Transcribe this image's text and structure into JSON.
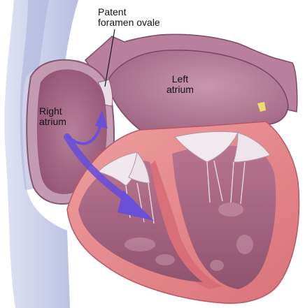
{
  "labels": {
    "patent_foramen_ovale": {
      "line1": "Patent",
      "line2": "foramen ovale"
    },
    "right_atrium": {
      "line1": "Right",
      "line2": "atrium"
    },
    "left_atrium": {
      "line1": "Left",
      "line2": "atrium"
    }
  },
  "colors": {
    "background": "#ffffff",
    "vena_cava": "#c9cde8",
    "atrium_tissue": "#b07a96",
    "atrium_inner": "#9c5f80",
    "myocardium": "#e68c8c",
    "myocardium_dark": "#cf6f78",
    "ventricle_cavity": "#a3637d",
    "valve": "#efe6ec",
    "flow_arrow": "#6a4fd8"
  },
  "icons": [
    "flow-arrow-icon"
  ]
}
